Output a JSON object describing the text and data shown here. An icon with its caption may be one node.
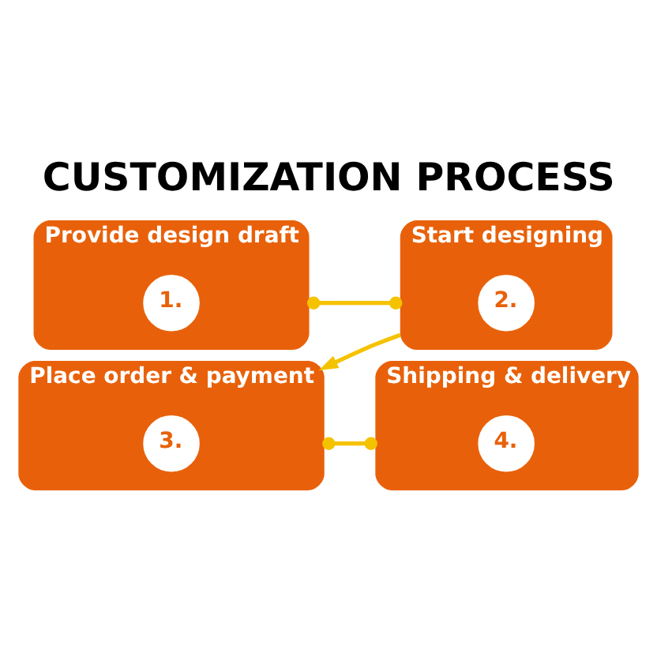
{
  "diagram": {
    "title": "CUSTOMIZATION PROCESS",
    "nodes": [
      {
        "text": [
          "Provide design draft"
        ]
      },
      {
        "text": [
          "1."
        ],
        "in": 0
      },
      {
        "text": [
          "Start designing"
        ]
      },
      {
        "text": [
          "2."
        ],
        "in": 2
      },
      {
        "text": [
          "Place order & payment"
        ]
      },
      {
        "text": [
          "3."
        ],
        "in": 4
      },
      {
        "text": [
          "Shipping & delivery"
        ]
      },
      {
        "text": [
          "4."
        ],
        "in": 6
      }
    ],
    "edges": [
      {
        "from": 0,
        "to": 2,
        "arrow": "other"
      },
      {
        "from": 2,
        "to": 4,
        "arrow": "to"
      },
      {
        "from": 4,
        "to": 6,
        "arrow": "other"
      }
    ]
  }
}
